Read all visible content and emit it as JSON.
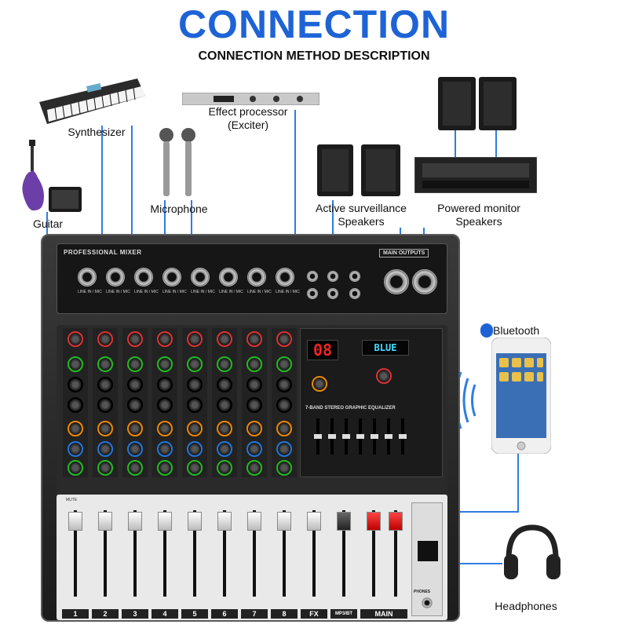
{
  "header": {
    "title": "CONNECTION",
    "subtitle": "CONNECTION METHOD DESCRIPTION"
  },
  "devices": {
    "synthesizer": "Synthesizer",
    "guitar": "Guitar",
    "microphone": "Microphone",
    "effect_processor_line1": "Effect processor",
    "effect_processor_line2": "(Exciter)",
    "active_speakers_line1": "Active surveillance",
    "active_speakers_line2": "Speakers",
    "powered_monitor_line1": "Powered monitor",
    "powered_monitor_line2": "Speakers",
    "bluetooth": "Bluetooth",
    "headphones": "Headphones"
  },
  "mixer": {
    "brand": "PROFESSIONAL MIXER",
    "main_outputs": "MAIN OUTPUTS",
    "channels": [
      "1",
      "2",
      "3",
      "4",
      "5",
      "6",
      "7",
      "8"
    ],
    "line_in_mic": "LINE IN / MIC",
    "display_channel": "08",
    "display_mp3": "BLUE",
    "eq_title": "7-BAND STEREO GRAPHIC EQUALIZER",
    "fader_labels": [
      "1",
      "2",
      "3",
      "4",
      "5",
      "6",
      "7",
      "8",
      "FX",
      "MP3/BT",
      "MAIN"
    ],
    "phones": "PHONES",
    "mute": "MUTE"
  },
  "colors": {
    "title_blue": "#1e63d6",
    "wire_blue": "#2f7de1"
  }
}
